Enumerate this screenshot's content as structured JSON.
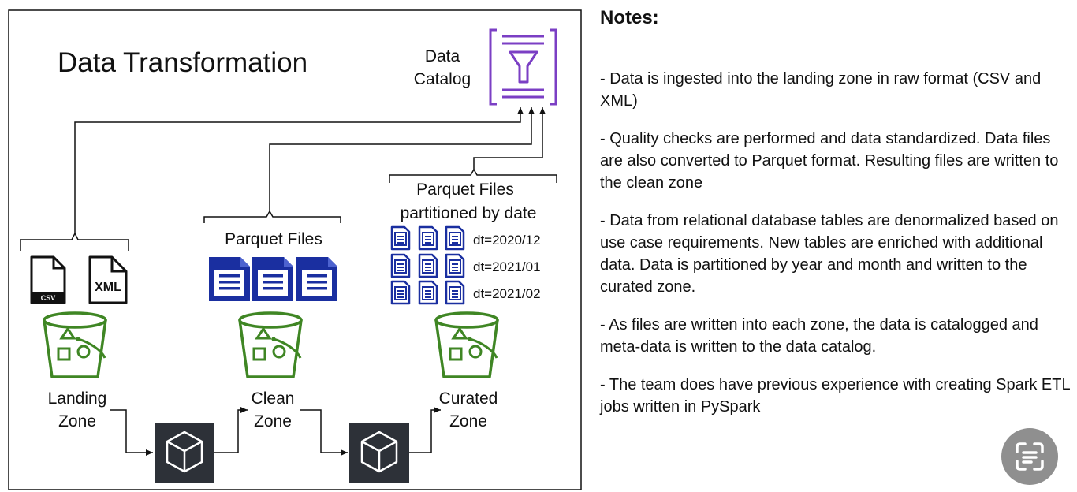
{
  "diagram": {
    "title": "Data Transformation",
    "catalog_label": [
      "Data",
      "Catalog"
    ],
    "landing_zone": {
      "label": [
        "Landing",
        "Zone"
      ],
      "files": [
        "CSV",
        "XML"
      ]
    },
    "clean_zone": {
      "label": [
        "Clean",
        "Zone"
      ],
      "files_label": "Parquet Files"
    },
    "curated_zone": {
      "label": [
        "Curated",
        "Zone"
      ],
      "files_label": [
        "Parquet Files",
        "partitioned by date"
      ],
      "partitions": [
        "dt=2020/12",
        "dt=2021/01",
        "dt=2021/02"
      ]
    },
    "colors": {
      "bucket": "#3f8624",
      "doc": "#1a2fa0",
      "catalog": "#7b3fc4",
      "job": "#2d3138"
    },
    "icons": [
      "data-catalog-icon",
      "csv-file-icon",
      "xml-file-icon",
      "s3-bucket-icon",
      "parquet-file-icon",
      "etl-job-icon"
    ]
  },
  "notes": {
    "title": "Notes:",
    "items": [
      "- Data is ingested into the landing zone in raw format (CSV and XML)",
      "- Quality checks are performed and data standardized. Data files are also converted to Parquet format. Resulting files are written to the clean zone",
      "- Data from relational database tables are denormalized based on use case requirements. New tables are enriched with additional data. Data is partitioned by year and month and written to the curated zone.",
      "- As files are written into each zone, the data is catalogged and meta-data is written to the data catalog.",
      "- The team does have previous experience with creating Spark ETL jobs written in PySpark"
    ]
  }
}
